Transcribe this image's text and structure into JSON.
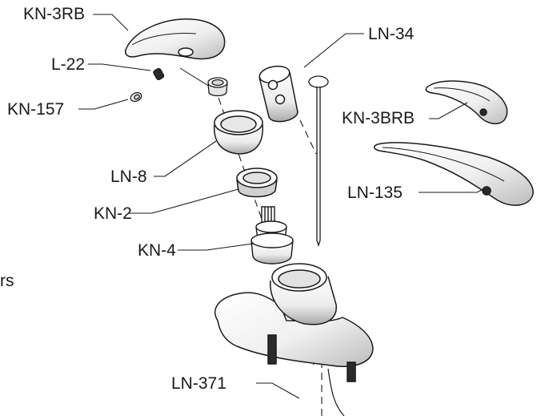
{
  "parts": {
    "kn_3rb": "KN-3RB",
    "l_22": "L-22",
    "kn_157": "KN-157",
    "ln_34": "LN-34",
    "kn_3brb": "KN-3BRB",
    "ln_135": "LN-135",
    "ln_8": "LN-8",
    "kn_2": "KN-2",
    "kn_4": "KN-4",
    "ln_371": "LN-371"
  },
  "edge_text": "rs",
  "colors": {
    "ink": "#1a1a1a",
    "paper": "#ffffff",
    "shade": "#d8d8d8",
    "dark": "#2a2a2a"
  }
}
